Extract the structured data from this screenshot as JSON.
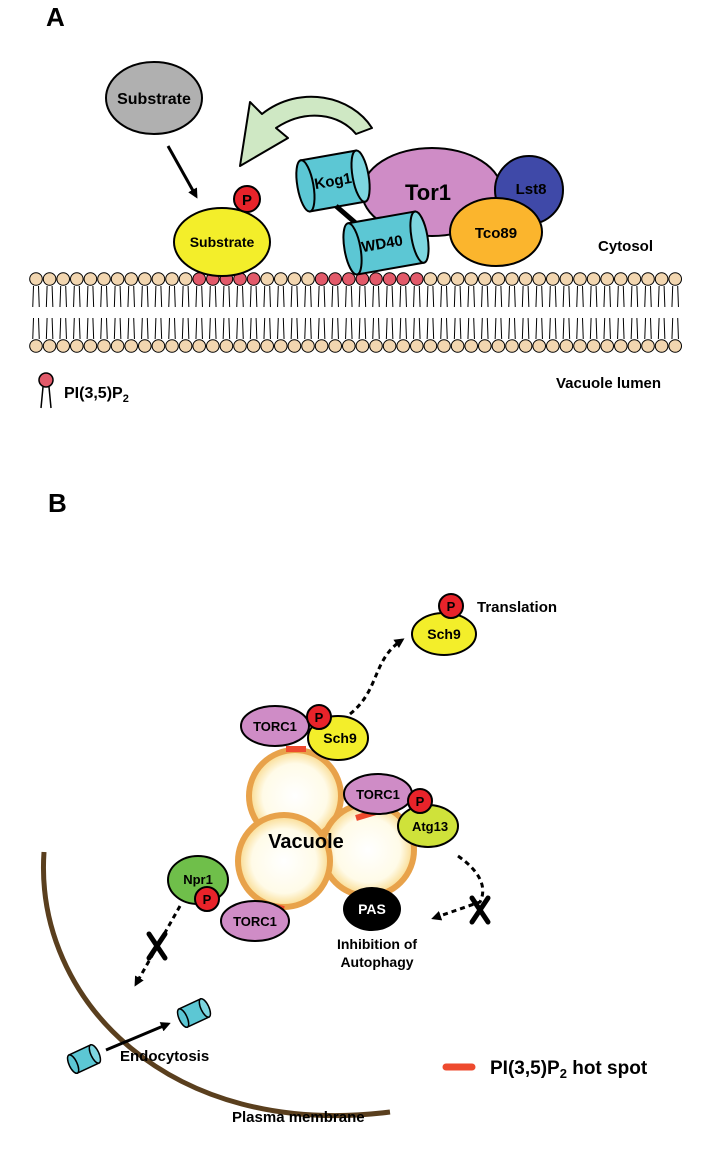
{
  "panel_a": {
    "label": "A",
    "substrate_free": "Substrate",
    "substrate_bound": "Substrate",
    "phospho": "P",
    "kog1": "Kog1",
    "tor1": "Tor1",
    "lst8": "Lst8",
    "wd40": "WD40",
    "tco89": "Tco89",
    "cytosol": "Cytosol",
    "lumen": "Vacuole lumen",
    "legend_pi_main": "PI(3,5)P",
    "legend_pi_sub": "2"
  },
  "panel_b": {
    "label": "B",
    "sch9_translation": "Sch9",
    "translation": "Translation",
    "torc1_top": "TORC1",
    "sch9_top": "Sch9",
    "torc1_right": "TORC1",
    "atg13": "Atg13",
    "vacuole": "Vacuole",
    "npr1": "Npr1",
    "torc1_bottom": "TORC1",
    "pas": "PAS",
    "inhibition_line1": "Inhibition of",
    "inhibition_line2": "Autophagy",
    "endocytosis": "Endocytosis",
    "plasma_membrane": "Plasma membrane",
    "hotspot_main": "PI(3,5)P",
    "hotspot_sub": "2",
    "hotspot_rest": " hot spot",
    "phospho": "P"
  },
  "colors": {
    "substrate_gray": "#b0b0b0",
    "yellow": "#f3ee2a",
    "phospho_red": "#e8232a",
    "kog1_cyan": "#5cc7d4",
    "tor1_magenta": "#cf8cc6",
    "lst8_blue": "#3f49a8",
    "tco89_orange": "#fbb52d",
    "arrow_green": "#cfe8c4",
    "lipid_head": "#f2d6b0",
    "pi_head": "#e25a6a",
    "vacuole_ring": "#e8a24a",
    "hotspot": "#ee4a2e",
    "npr1_green": "#6fbf4a",
    "atg13_green": "#cfe23a",
    "membrane_brown": "#5a3f1e"
  }
}
